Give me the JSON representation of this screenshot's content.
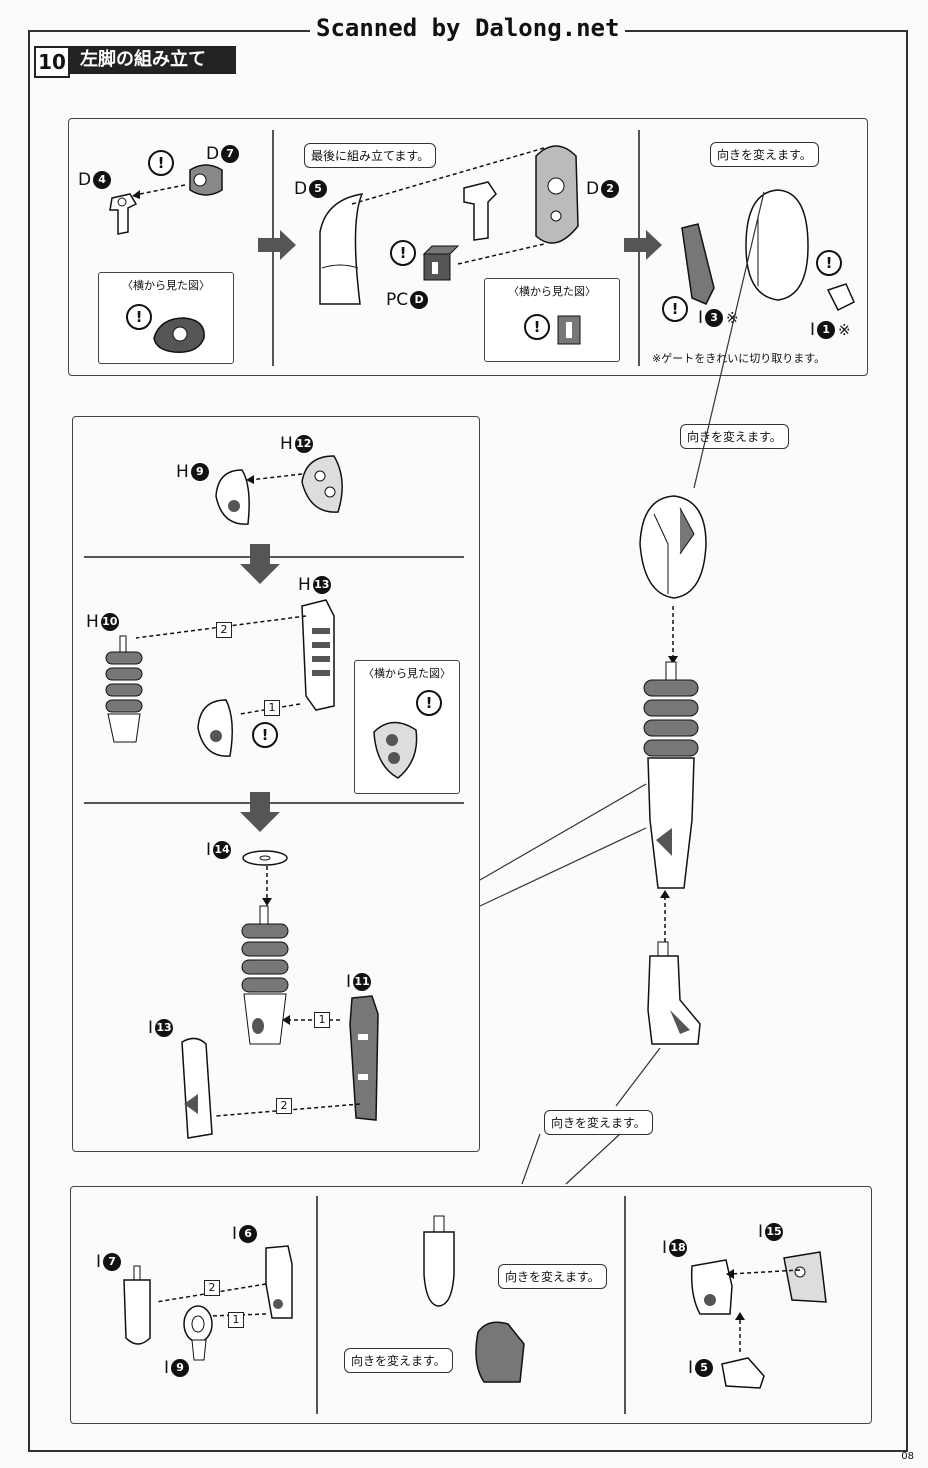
{
  "watermark": "Scanned by Dalong.net",
  "step": {
    "number": "10",
    "title": "左脚の組み立て"
  },
  "side_view_caption": "〈横から見た図〉",
  "callouts": {
    "last_assemble": "最後に組み立てます。",
    "turn": "向きを変えます。"
  },
  "gate_note": "※ゲートをきれいに切り取ります。",
  "order_marks": {
    "one": "1",
    "two": "2"
  },
  "part_labels": {
    "d4": {
      "letter": "D",
      "num": "4"
    },
    "d7": {
      "letter": "D",
      "num": "7"
    },
    "d5": {
      "letter": "D",
      "num": "5"
    },
    "d2": {
      "letter": "D",
      "num": "2"
    },
    "pcd": {
      "letter": "PC",
      "num": "D"
    },
    "i3": {
      "letter": "I",
      "num": "3",
      "mark": "※"
    },
    "i1": {
      "letter": "I",
      "num": "1",
      "mark": "※"
    },
    "h12": {
      "letter": "H",
      "num": "12"
    },
    "h9": {
      "letter": "H",
      "num": "9"
    },
    "h13": {
      "letter": "H",
      "num": "13"
    },
    "h10": {
      "letter": "H",
      "num": "10"
    },
    "i14": {
      "letter": "I",
      "num": "14"
    },
    "i11": {
      "letter": "I",
      "num": "11"
    },
    "i13": {
      "letter": "I",
      "num": "13"
    },
    "i6": {
      "letter": "I",
      "num": "6"
    },
    "i7": {
      "letter": "I",
      "num": "7"
    },
    "i9": {
      "letter": "I",
      "num": "9"
    },
    "i15": {
      "letter": "I",
      "num": "15"
    },
    "i18": {
      "letter": "I",
      "num": "18"
    },
    "i5": {
      "letter": "I",
      "num": "5"
    }
  },
  "warning_symbol": "!",
  "page_number": "08"
}
